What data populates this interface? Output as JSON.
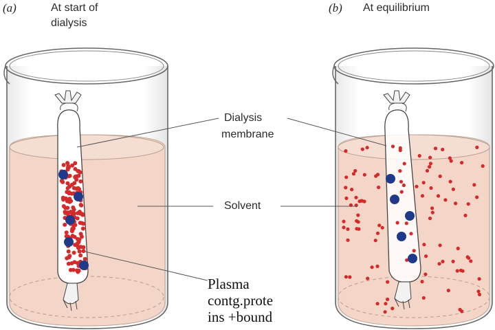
{
  "panels": {
    "a": {
      "letter": "(a)",
      "caption_line1": "At start of",
      "caption_line2": "dialysis"
    },
    "b": {
      "letter": "(b)",
      "caption": "At equilibrium"
    }
  },
  "labels": {
    "membrane_line1": "Dialysis",
    "membrane_line2": "membrane",
    "solvent": "Solvent",
    "plasma_line1": "Plasma",
    "plasma_line2": "contg.prote",
    "plasma_line3": "ins +bound"
  },
  "colors": {
    "solvent_fill": "#f4d6c8",
    "small_particle": "#d42a2a",
    "protein": "#1f3a8a",
    "glass_stroke": "#555555"
  }
}
